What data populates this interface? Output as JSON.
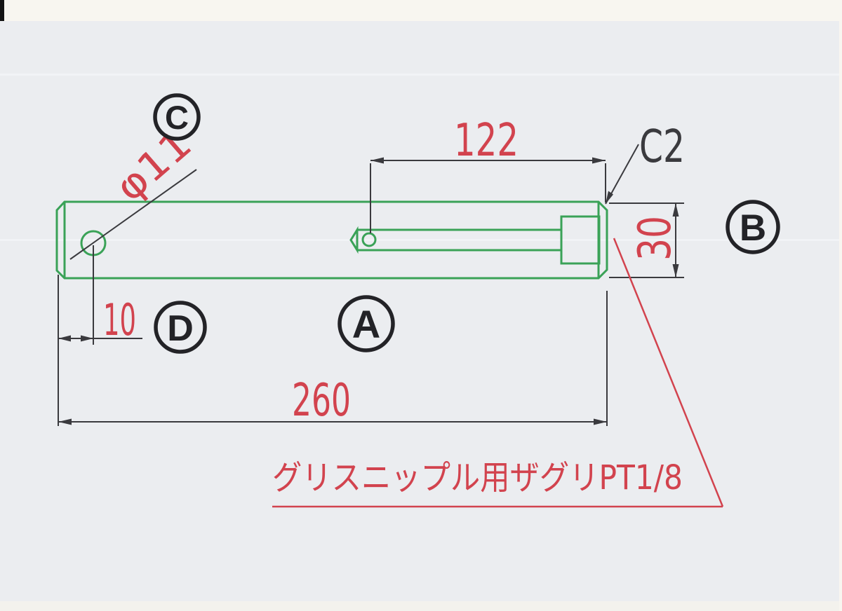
{
  "balloons": {
    "a": "A",
    "b": "B",
    "c": "C",
    "d": "D"
  },
  "dims": {
    "total_length": "260",
    "passage_length": "122",
    "hole_offset": "10",
    "bar_diameter": "30",
    "hole_diameter": "φ11",
    "chamfer": "C2"
  },
  "note_text": "グリスニップル用ザグリPT1/8",
  "colors": {
    "dim_red": "#d2434e",
    "part_green": "#3aa257",
    "line_black": "#3a3a3e",
    "balloon_black": "#232327",
    "paper": "#ebedf0",
    "scan_margin": "#f8f6f0"
  }
}
